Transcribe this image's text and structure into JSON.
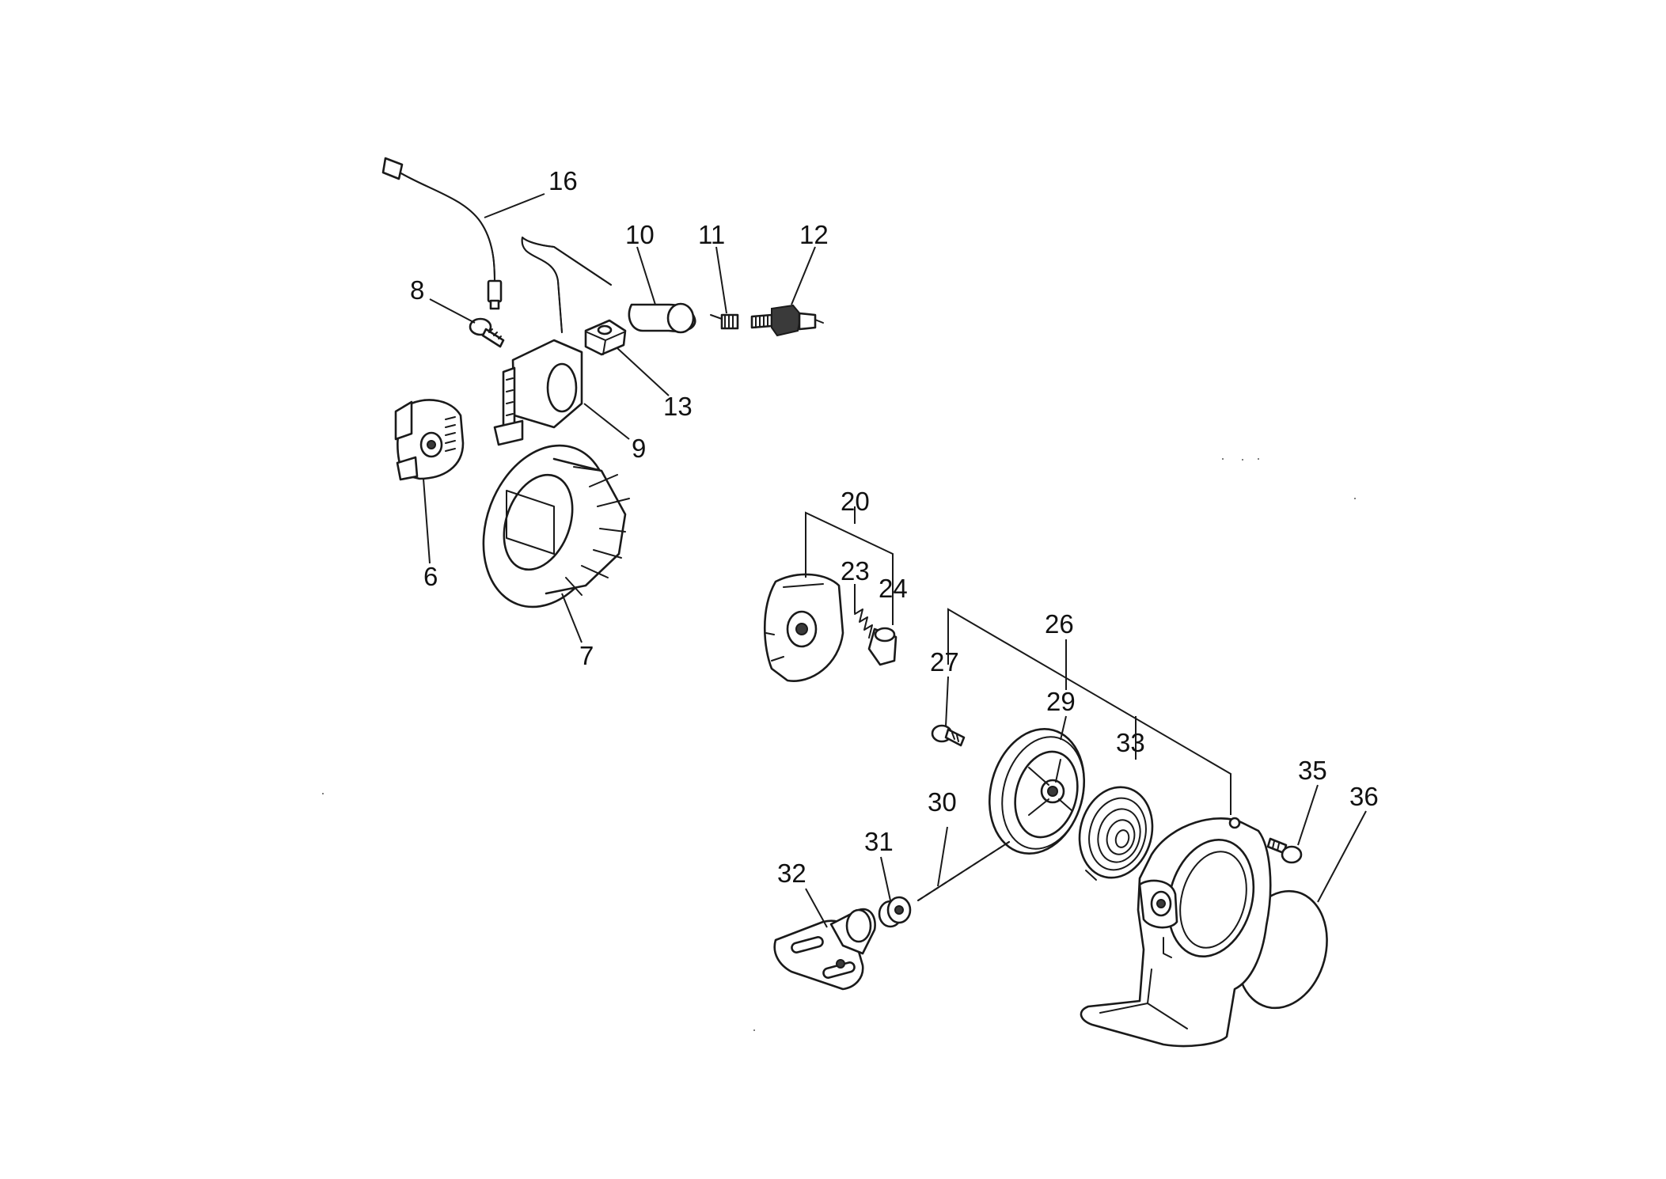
{
  "diagram": {
    "callouts": [
      {
        "id": "6",
        "label": "6"
      },
      {
        "id": "7",
        "label": "7"
      },
      {
        "id": "8",
        "label": "8"
      },
      {
        "id": "9",
        "label": "9"
      },
      {
        "id": "10",
        "label": "10"
      },
      {
        "id": "11",
        "label": "11"
      },
      {
        "id": "12",
        "label": "12"
      },
      {
        "id": "13",
        "label": "13"
      },
      {
        "id": "16",
        "label": "16"
      },
      {
        "id": "20",
        "label": "20"
      },
      {
        "id": "23",
        "label": "23"
      },
      {
        "id": "24",
        "label": "24"
      },
      {
        "id": "26",
        "label": "26"
      },
      {
        "id": "27",
        "label": "27"
      },
      {
        "id": "29",
        "label": "29"
      },
      {
        "id": "30",
        "label": "30"
      },
      {
        "id": "31",
        "label": "31"
      },
      {
        "id": "32",
        "label": "32"
      },
      {
        "id": "33",
        "label": "33"
      },
      {
        "id": "35",
        "label": "35"
      },
      {
        "id": "36",
        "label": "36"
      }
    ]
  }
}
